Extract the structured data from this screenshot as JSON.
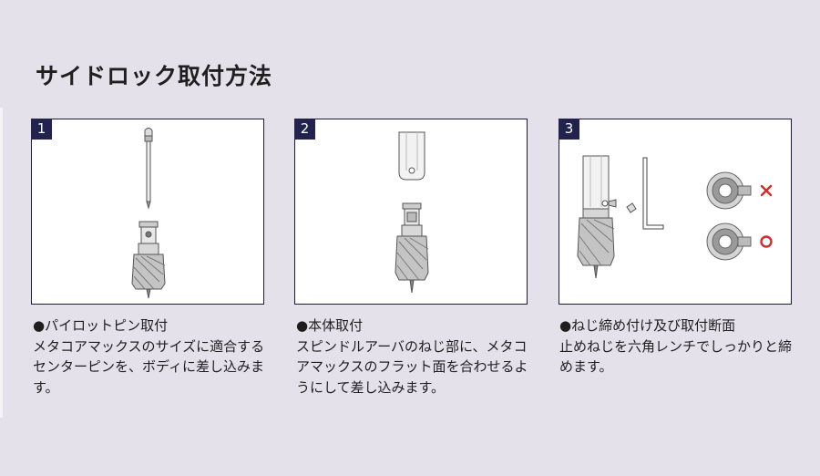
{
  "title": "サイドロック取付方法",
  "steps": [
    {
      "number": "1",
      "heading": "●パイロットピン取付",
      "body": "メタコアマックスのサイズに適合するセンターピンを、ボディに差し込みます。"
    },
    {
      "number": "2",
      "heading": "●本体取付",
      "body": "スピンドルアーバのねじ部に、メタコアマックスのフラット面を合わせるようにして差し込みます。"
    },
    {
      "number": "3",
      "heading": "●ねじ締め付け及び取付断面",
      "body": "止めねじを六角レンチでしっかりと締めます。"
    }
  ],
  "colors": {
    "background": "#e4e1ea",
    "step_badge": "#22224e",
    "mark_red": "#d62b2b"
  },
  "icons": {
    "wrong_mark": "cross-mark-icon",
    "correct_mark": "circle-mark-icon"
  }
}
